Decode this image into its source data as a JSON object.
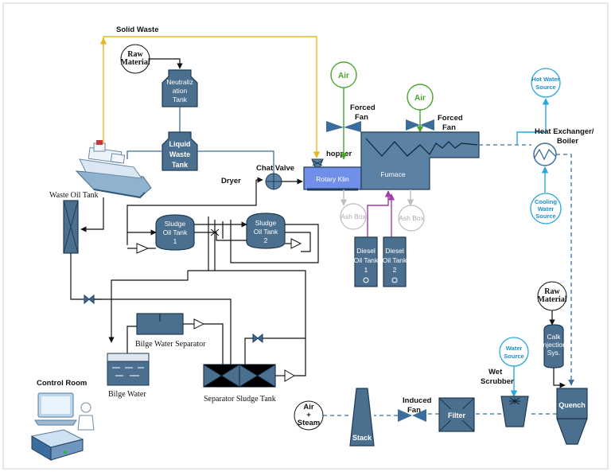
{
  "labels": {
    "solid_waste": "Solid Waste",
    "raw_material_1": [
      "Raw",
      "Material"
    ],
    "neutralization_tank": [
      "Neutraliz",
      "ation",
      "Tank"
    ],
    "liquid_waste_tank": [
      "Liquid",
      "Waste",
      "Tank"
    ],
    "waste_oil_tank": "Waste Oil Tank",
    "dryer": "Dryer",
    "chat_valve": "Chat Valve",
    "hopper": "hopper",
    "rotary_klin": "Rotary Klin",
    "air_1": "Air",
    "forced_fan_1": [
      "Forced",
      "Fan"
    ],
    "air_2": "Air",
    "forced_fan_2": [
      "Forced",
      "Fan"
    ],
    "furnace": "Furnace",
    "ash_box_1": "Ash Box",
    "ash_box_2": "Ash Box",
    "diesel_oil_tank_1": [
      "Diesel",
      "Oil Tank",
      "1"
    ],
    "diesel_oil_tank_2": [
      "Diesel",
      "Oil Tank",
      "2"
    ],
    "hot_water_source": [
      "Hot Water",
      "Source"
    ],
    "heat_exchanger": [
      "Heat Exchanger/",
      "Boiler"
    ],
    "cooling_water_source": [
      "Cooling",
      "Water",
      "Source"
    ],
    "sludge_oil_tank_1": [
      "Sludge",
      "Oil Tank",
      "1"
    ],
    "sludge_oil_tank_2": [
      "Sludge",
      "Oil Tank",
      "2"
    ],
    "bilge_water_separator": "Bilge Water Separator",
    "bilge_water": "Bilge Water",
    "separator_sludge_tank": "Separator Sludge Tank",
    "control_room": "Control Room",
    "raw_material_2": [
      "Raw",
      "Material"
    ],
    "calk_injection": [
      "Calk",
      "Injection",
      "Sys."
    ],
    "water_source": [
      "Water",
      "Source"
    ],
    "wet_scrubber": [
      "Wet",
      "Scrubber"
    ],
    "quench": "Quench",
    "air_steam": [
      "Air",
      "+",
      "Steam"
    ],
    "stack": "Stack",
    "induced_fan": [
      "Induced",
      "Fan"
    ],
    "filter": "Filter"
  },
  "colors": {
    "equipment": "#4b6f8e",
    "solid_waste_line": "#e8b820",
    "air_line": "#4aa52d",
    "diesel_line": "#a43aa8",
    "ash_line": "#bdbdbd",
    "water_line": "#29a8e0",
    "flue_gas_line": "#3b6d9c"
  }
}
